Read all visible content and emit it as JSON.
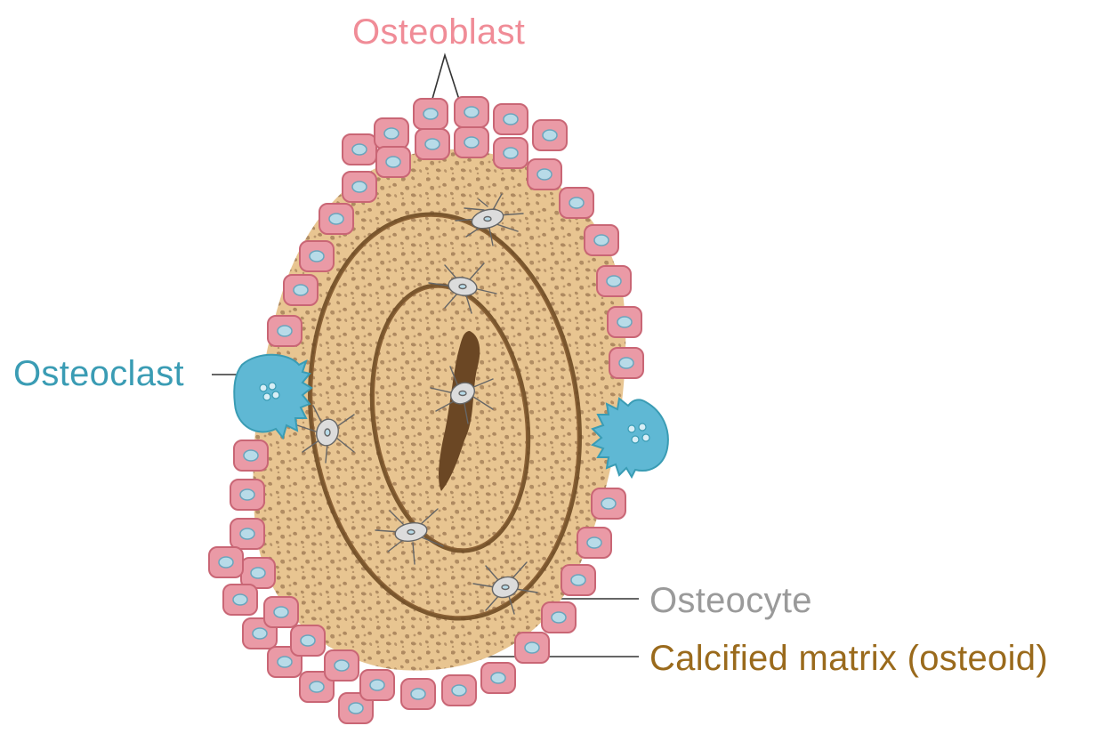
{
  "diagram": {
    "labels": {
      "osteoblast": "Osteoblast",
      "osteoclast": "Osteoclast",
      "osteocyte": "Osteocyte",
      "matrix": "Calcified matrix (osteoid)"
    },
    "colors": {
      "osteoblast": "#f08c97",
      "osteoblast_fill": "#ea9aa6",
      "osteoblast_edge": "#c96675",
      "nucleus": "#b8dbe8",
      "osteoclast": "#3a9cb4",
      "osteoclast_fill": "#5fb8d4",
      "osteocyte": "#9a9a9a",
      "osteocyte_fill": "#dcdcdc",
      "matrix_label": "#9a6a1c",
      "matrix_fill": "#e8c591",
      "matrix_speckle": "#9a7550",
      "lamella": "#6e4a24",
      "canal": "#6b4724",
      "leader_line": "#333333"
    }
  }
}
